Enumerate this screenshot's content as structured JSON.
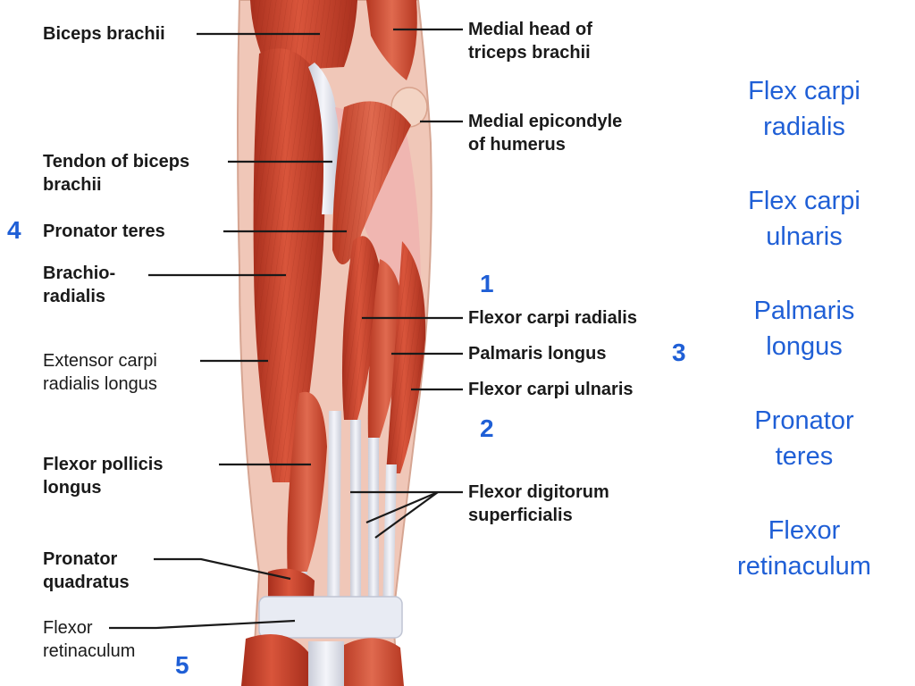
{
  "labels": {
    "biceps_brachii": "Biceps brachii",
    "medial_head_triceps": "Medial head of\ntriceps brachii",
    "medial_epicondyle": "Medial epicondyle\nof humerus",
    "tendon_biceps": "Tendon of biceps\nbrachii",
    "pronator_teres": "Pronator teres",
    "brachioradialis": "Brachio-\nradialis",
    "extensor_carpi": "Extensor carpi\nradialis longus",
    "flexor_carpi_radialis": "Flexor carpi radialis",
    "palmaris_longus": "Palmaris longus",
    "flexor_carpi_ulnaris": "Flexor carpi ulnaris",
    "flexor_pollicis": "Flexor pollicis\nlongus",
    "flexor_digitorum": "Flexor digitorum\nsuperficialis",
    "pronator_quadratus": "Pronator\nquadratus",
    "flexor_retinaculum": "Flexor\nretinaculum"
  },
  "numbers": {
    "n1": "1",
    "n2": "2",
    "n3": "3",
    "n4": "4",
    "n5": "5"
  },
  "terms": {
    "t1": "Flex carpi\nradialis",
    "t2": "Flex carpi\nulnaris",
    "t3": "Palmaris\nlongus",
    "t4": "Pronator\nteres",
    "t5": "Flexor\nretinaculum"
  },
  "colors": {
    "muscle": "#c9412c",
    "muscle_dark": "#9e2a1a",
    "tendon": "#e3e6ef",
    "number": "#1f5fd6",
    "label": "#1a1a1a"
  }
}
